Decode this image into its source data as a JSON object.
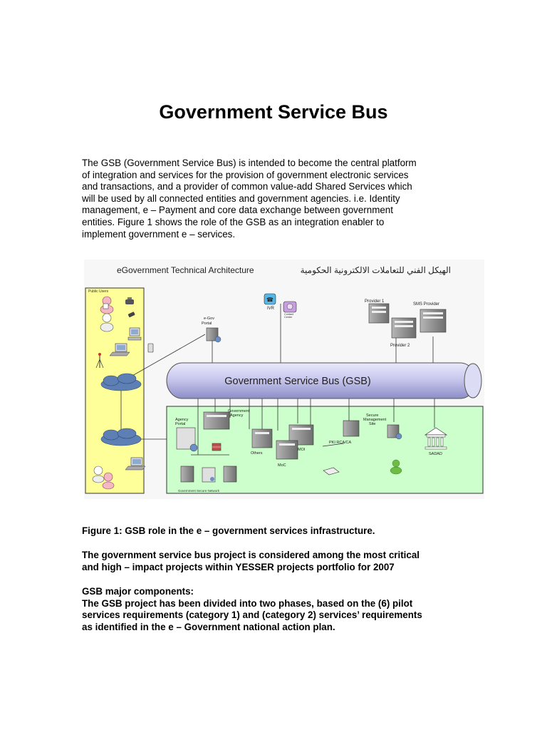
{
  "doc": {
    "title": "Government Service Bus",
    "intro_lines": [
      "The GSB (Government Service Bus) is intended to become the central platform",
      "of integration and services for the provision of government electronic services",
      "and transactions, and a provider of common value-add Shared Services which",
      "will be used by all connected entities and government agencies. i.e. Identity",
      "management, e – Payment and core data exchange between government",
      "entities. Figure 1 shows the role of the GSB as an integration enabler to",
      "implement government e – services."
    ],
    "caption": "Figure 1: GSB role in the e – government services infrastructure.",
    "para1_lines": [
      "The government service bus project is considered among the most critical",
      "and high – impact projects within YESSER projects portfolio for 2007"
    ],
    "para2_lines": [
      "GSB major components:",
      "The GSB project has been divided into two phases, based on the (6) pilot",
      "services requirements (category 1) and (category 2) services’ requirements",
      "as identified in the e – Government national action plan."
    ]
  },
  "diagram": {
    "heading_en": "eGovernment Technical Architecture",
    "heading_ar": "الهيكل الفني للتعاملات الالكترونية الحكومية",
    "bus_label": "Government Service Bus (GSB)",
    "public_users": "Public Users",
    "egov_portal": [
      "e-Gov",
      "Portal"
    ],
    "ivr": "IVR",
    "contact_center": [
      "Contact",
      "Center"
    ],
    "provider1": "Provider 1",
    "provider2": "Provider 2",
    "sms_provider": "SMS Provider",
    "government_agency": [
      "Government",
      "Agency"
    ],
    "agency_portal": [
      "Agency",
      "Portal"
    ],
    "others": "Others",
    "moi": "MOI",
    "moc": "MoC",
    "pki": "PKI RCA/CA",
    "secure_site": [
      "Secure",
      "Management",
      "Site"
    ],
    "sadad": "SADAD",
    "gov_network": "Government Secure Network",
    "colors": {
      "yellow_zone": "#ffff99",
      "green_zone": "#ccffcc",
      "bus": "#c9c9ef",
      "server": "#8c8c8c"
    }
  }
}
